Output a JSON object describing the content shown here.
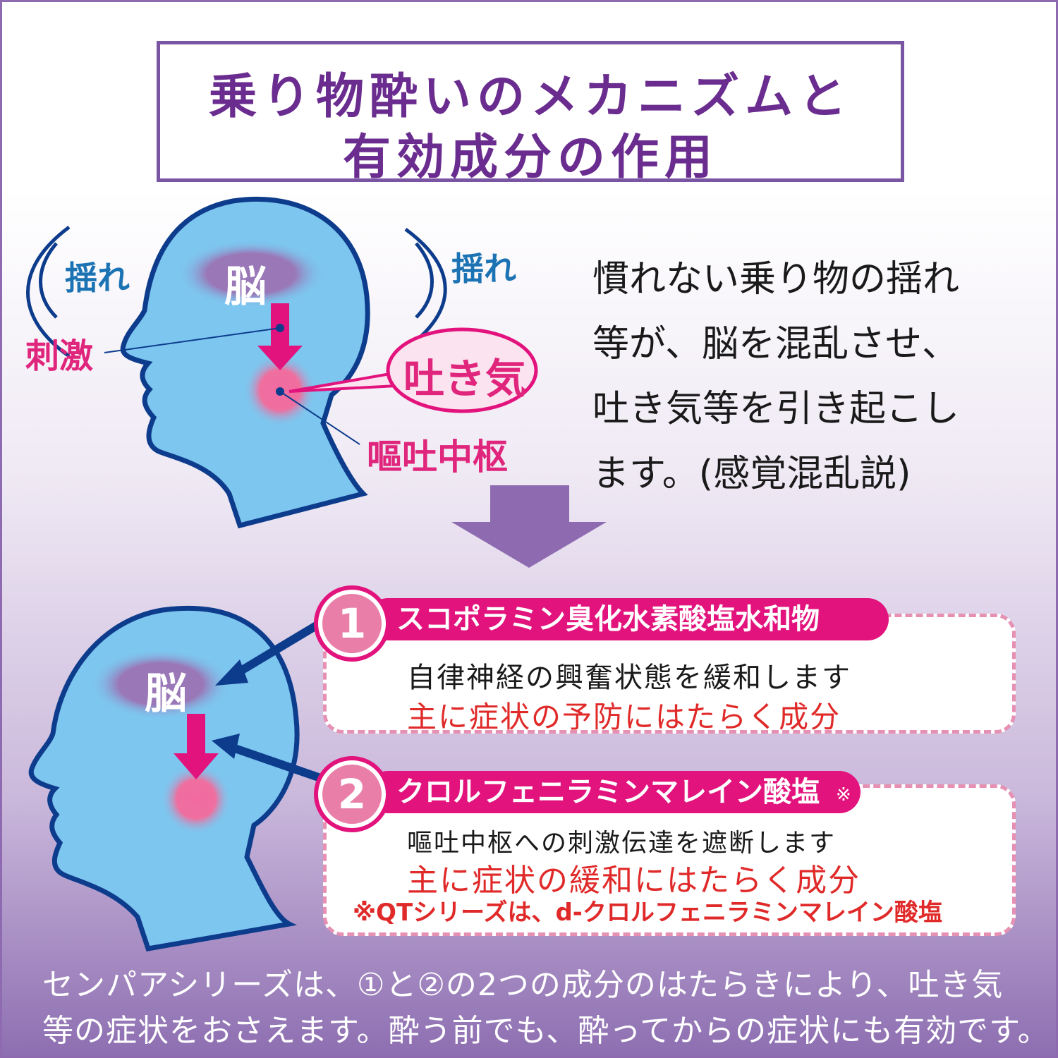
{
  "title": {
    "line1": "乗り物酔いのメカニズムと",
    "line2": "有効成分の作用"
  },
  "diagram_top": {
    "sway_left": "揺れ",
    "sway_right": "揺れ",
    "brain": "脳",
    "stimulus": "刺激",
    "nausea": "吐き気",
    "vomit_center": "嘔吐中枢"
  },
  "description": [
    "慣れない乗り物の揺れ",
    "等が、脳を混乱させ、",
    "吐き気等を引き起こし",
    "ます。(感覚混乱説)"
  ],
  "diagram_bottom": {
    "brain": "脳"
  },
  "ingredients": [
    {
      "number": "1",
      "name": "スコポラミン臭化水素酸塩水和物",
      "effect": "自律神経の興奮状態を緩和します",
      "role": "主に症状の予防にはたらく成分"
    },
    {
      "number": "2",
      "name": "クロルフェニラミンマレイン酸塩",
      "mark": "※",
      "effect": "嘔吐中枢への刺激伝達を遮断します",
      "role": "主に症状の緩和にはたらく成分",
      "note": "※QTシリーズは、d-クロルフェニラミンマレイン酸塩"
    }
  ],
  "footer": [
    "センパアシリーズは、①と②の2つの成分のはたらきにより、吐き気",
    "等の症状をおさえます。酔う前でも、酔ってからの症状にも有効です。"
  ],
  "colors": {
    "accent_purple": "#7a55a3",
    "pink": "#e2137d",
    "head_fill": "#7dc6ef",
    "head_outline": "#0d3c8c",
    "red_text": "#e02a2a"
  }
}
